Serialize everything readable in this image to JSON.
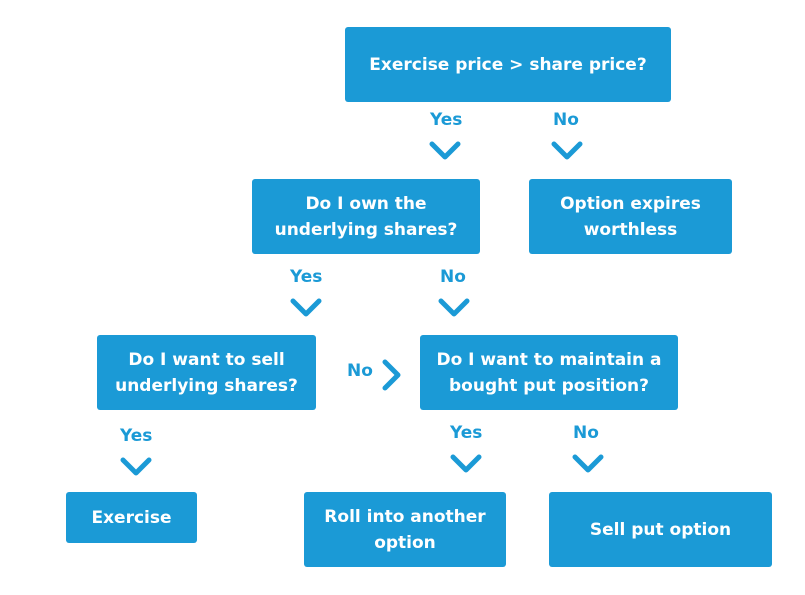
{
  "colors": {
    "node_fill": "#1b9ad6",
    "node_text": "#ffffff",
    "edge": "#1b9ad6"
  },
  "nodes": {
    "q_exercise_price": "Exercise price > share price?",
    "q_own_shares": "Do I own the\nunderlying shares?",
    "r_expires_worthless": "Option expires\nworthless",
    "q_sell_shares": "Do I want to sell\nunderlying shares?",
    "q_maintain_put": "Do I want to maintain a\nbought put position?",
    "r_exercise": "Exercise",
    "r_roll": "Roll into another\noption",
    "r_sell_put": "Sell put option"
  },
  "edges": {
    "exercise_price_yes": "Yes",
    "exercise_price_no": "No",
    "own_shares_yes": "Yes",
    "own_shares_no": "No",
    "sell_shares_no": "No",
    "sell_shares_yes": "Yes",
    "maintain_put_yes": "Yes",
    "maintain_put_no": "No"
  }
}
